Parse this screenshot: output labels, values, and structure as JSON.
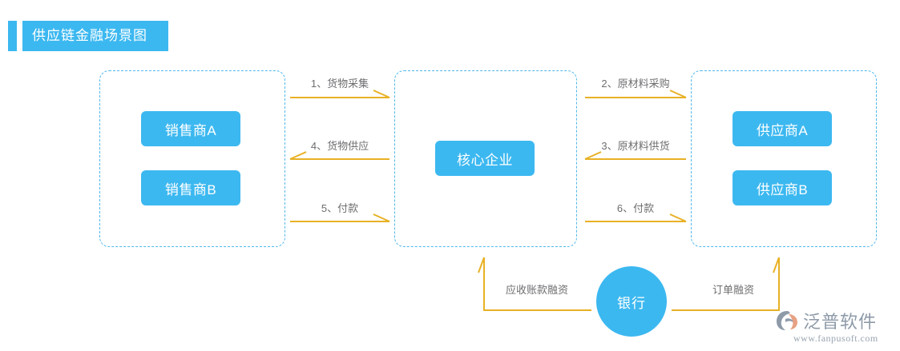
{
  "header": {
    "title": "供应链金融场景图",
    "accent_color": "#3cb8f0"
  },
  "theme": {
    "node_blue": "#3cb8f0",
    "dashed_border_blue": "#4fb8ec",
    "arrow_orange": "#e8b126",
    "label_gray": "#6d6e71",
    "background": "#ffffff"
  },
  "groups": [
    {
      "id": "sellers",
      "name": "sellers-group"
    },
    {
      "id": "core",
      "name": "core-group"
    },
    {
      "id": "suppliers",
      "name": "suppliers-group"
    }
  ],
  "nodes": {
    "seller_a": "销售商A",
    "seller_b": "销售商B",
    "core": "核心企业",
    "supplier_a": "供应商A",
    "supplier_b": "供应商B",
    "bank": "银行"
  },
  "flows": [
    {
      "id": "f1",
      "label": "1、货物采集",
      "from": "core",
      "to": "sellers",
      "direction": "right"
    },
    {
      "id": "f4",
      "label": "4、货物供应",
      "from": "sellers",
      "to": "core",
      "direction": "left"
    },
    {
      "id": "f5",
      "label": "5、付款",
      "from": "core",
      "to": "sellers",
      "direction": "right"
    },
    {
      "id": "f2",
      "label": "2、原材料采购",
      "from": "core",
      "to": "suppliers",
      "direction": "right"
    },
    {
      "id": "f3",
      "label": "3、原材料供货",
      "from": "suppliers",
      "to": "core",
      "direction": "left"
    },
    {
      "id": "f6",
      "label": "6、付款",
      "from": "core",
      "to": "suppliers",
      "direction": "right"
    },
    {
      "id": "f7",
      "label": "应收账款融资",
      "from": "core",
      "to": "bank",
      "direction": "elbow"
    },
    {
      "id": "f8",
      "label": "订单融资",
      "from": "bank",
      "to": "suppliers",
      "direction": "elbow"
    }
  ],
  "watermark": {
    "brand": "泛普软件",
    "url": "www.fanpusoft.com"
  }
}
